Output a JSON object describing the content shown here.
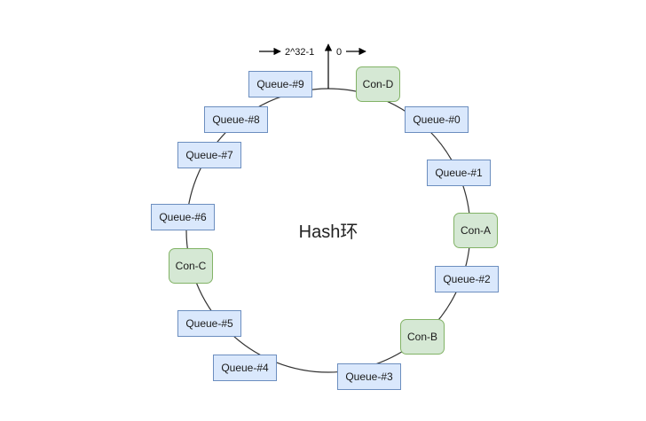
{
  "center_label": "Hash环",
  "markers": {
    "max_label": "2^32-1",
    "zero_label": "0"
  },
  "queues": [
    {
      "id": "queue-0",
      "label": "Queue-#0"
    },
    {
      "id": "queue-1",
      "label": "Queue-#1"
    },
    {
      "id": "queue-2",
      "label": "Queue-#2"
    },
    {
      "id": "queue-3",
      "label": "Queue-#3"
    },
    {
      "id": "queue-4",
      "label": "Queue-#4"
    },
    {
      "id": "queue-5",
      "label": "Queue-#5"
    },
    {
      "id": "queue-6",
      "label": "Queue-#6"
    },
    {
      "id": "queue-7",
      "label": "Queue-#7"
    },
    {
      "id": "queue-8",
      "label": "Queue-#8"
    },
    {
      "id": "queue-9",
      "label": "Queue-#9"
    }
  ],
  "consumers": [
    {
      "id": "con-a",
      "label": "Con-A"
    },
    {
      "id": "con-b",
      "label": "Con-B"
    },
    {
      "id": "con-c",
      "label": "Con-C"
    },
    {
      "id": "con-d",
      "label": "Con-D"
    }
  ],
  "colors": {
    "queue_fill": "#dae8fc",
    "queue_stroke": "#6c8ebf",
    "consumer_fill": "#d5e8d4",
    "consumer_stroke": "#82b366",
    "ring_stroke": "#333333"
  }
}
